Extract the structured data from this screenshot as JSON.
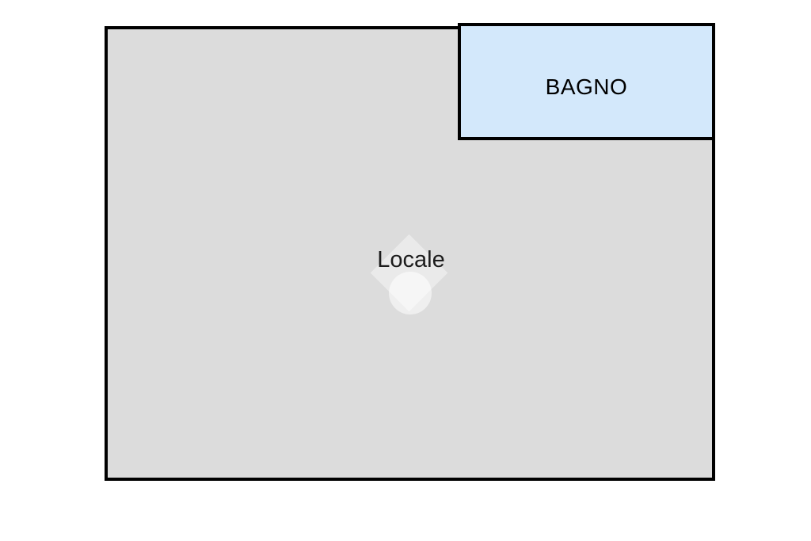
{
  "floorplan": {
    "background": "#ffffff",
    "outline_color": "#000000",
    "rooms": {
      "locale": {
        "label": "Locale",
        "fill": "#dcdcdc",
        "label_color": "#1c1c1c"
      },
      "bagno": {
        "label": "BAGNO",
        "fill": "#d3e8fb",
        "label_color": "#000000"
      }
    },
    "watermark": {
      "shapes": [
        "diamond",
        "circle"
      ],
      "color": "#ffffff"
    }
  }
}
